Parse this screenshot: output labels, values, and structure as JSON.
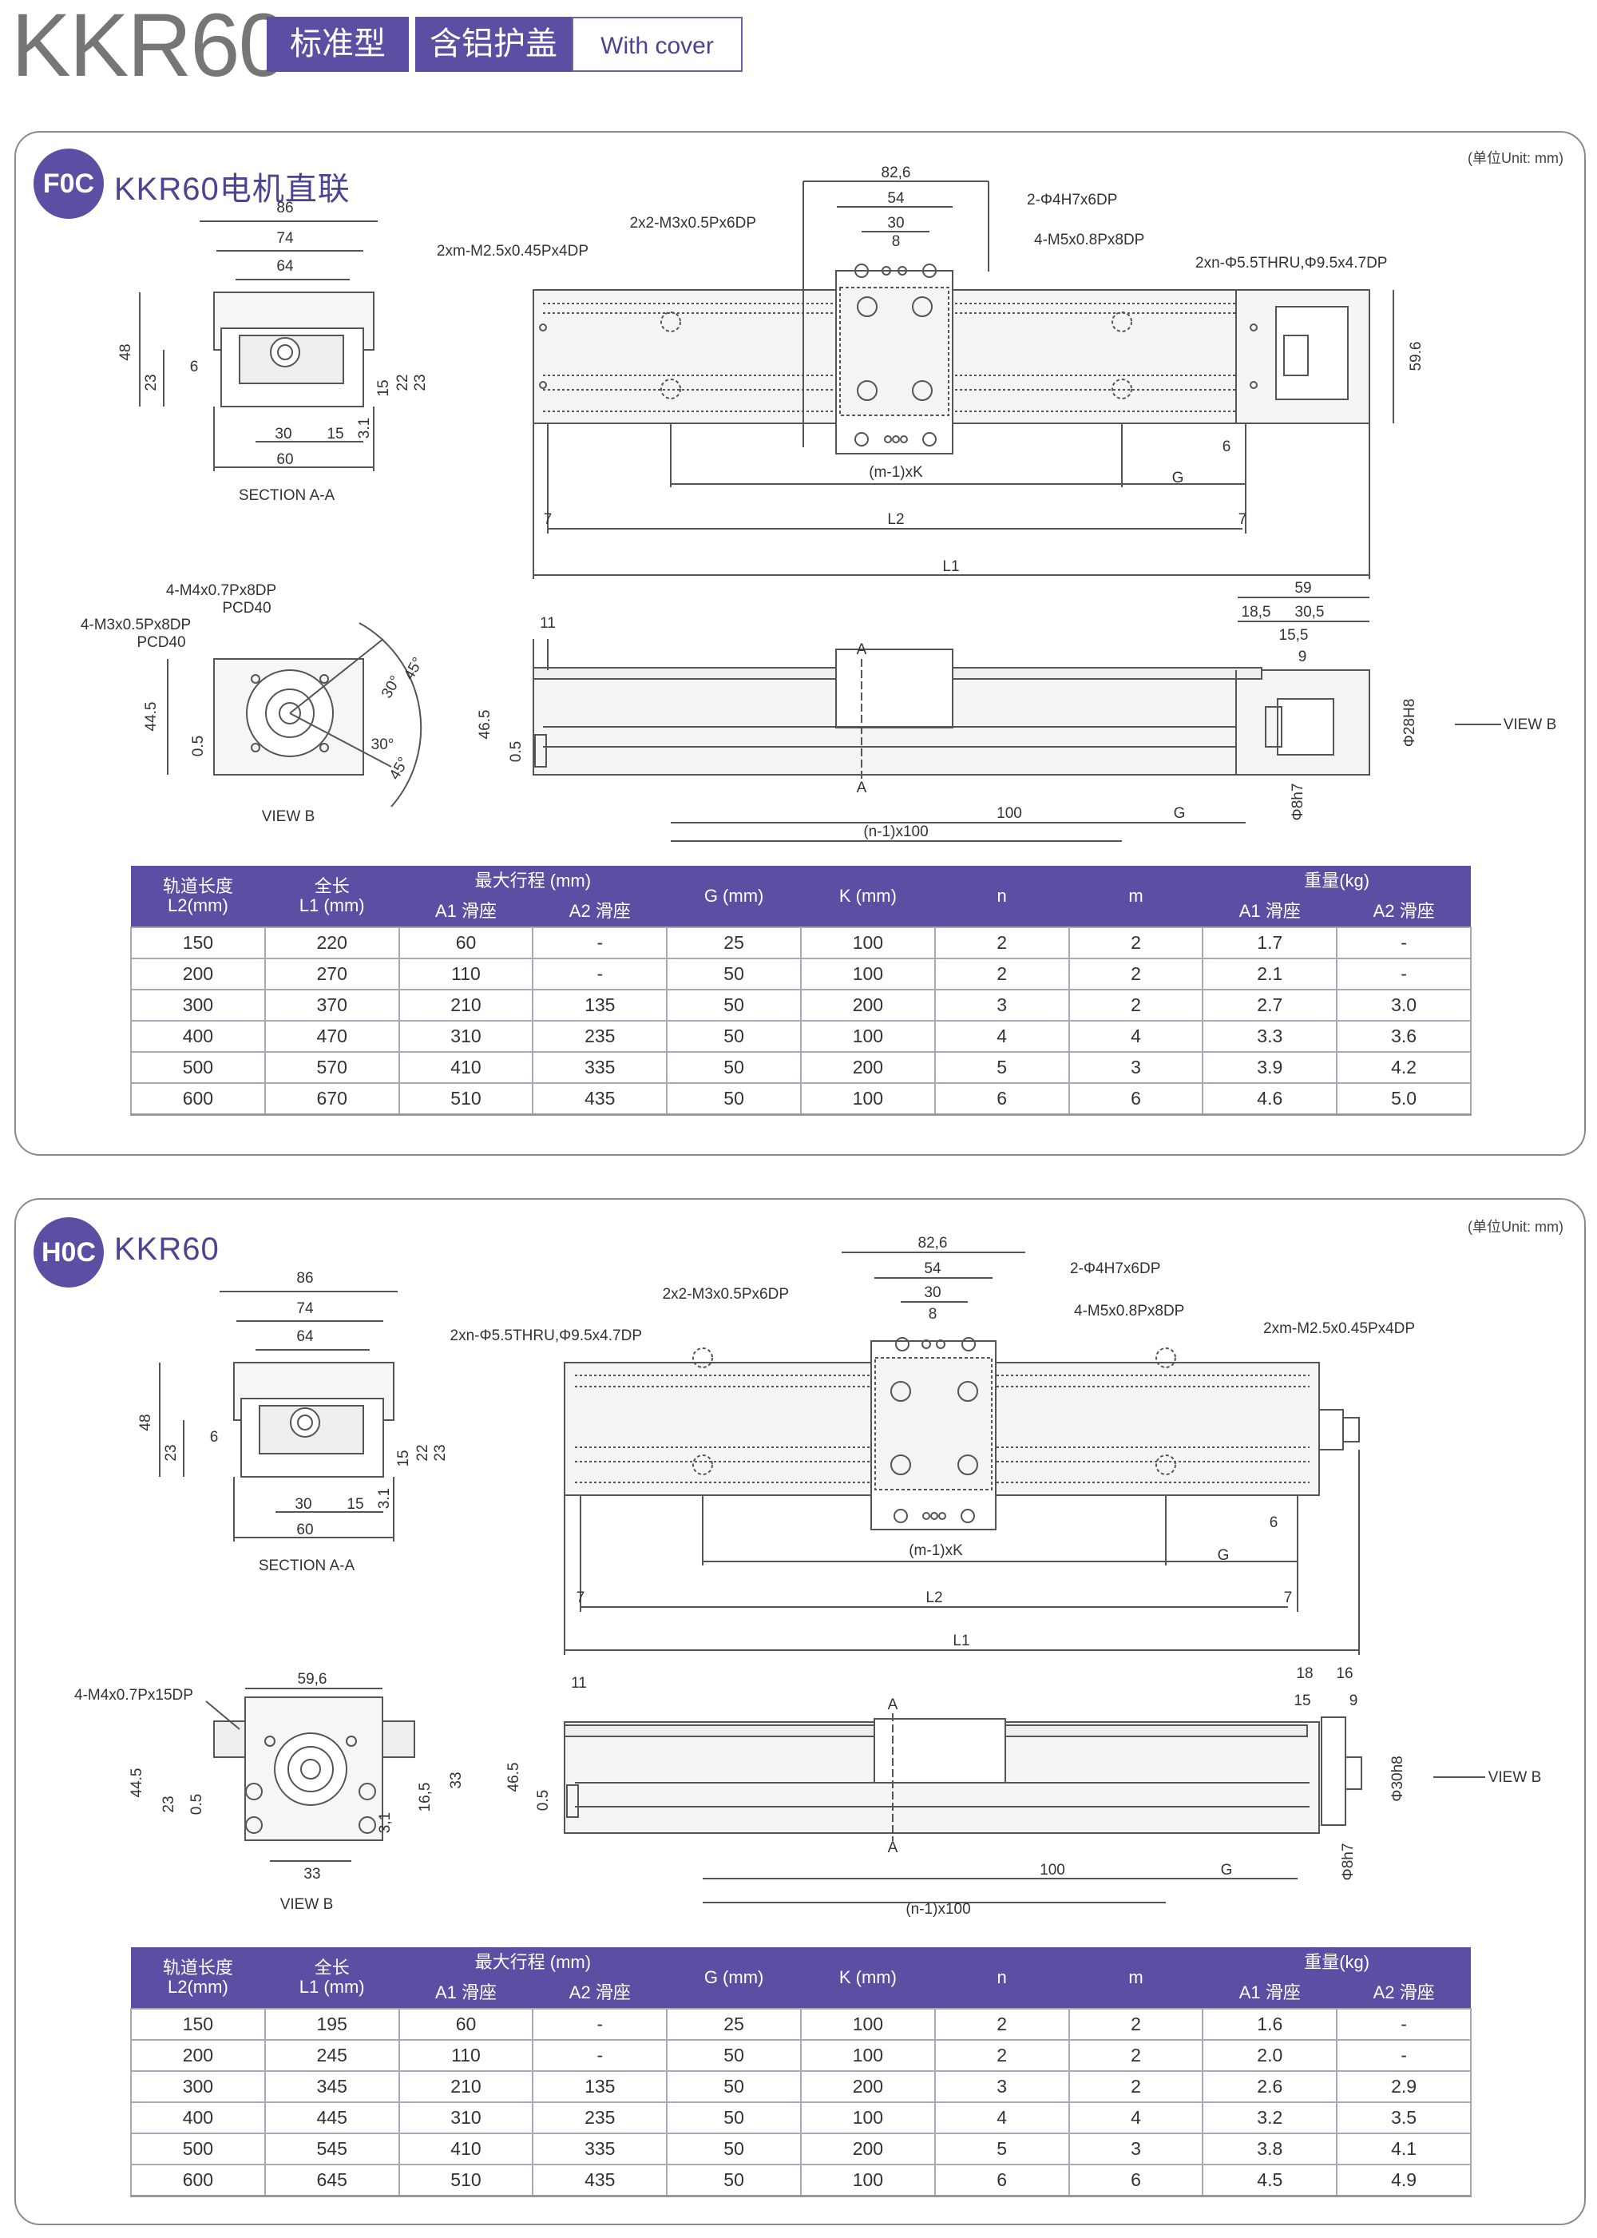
{
  "header": {
    "model": "KKR60",
    "tag1": "标准型",
    "tag2": "含铝护盖",
    "tag3": "With cover"
  },
  "colors": {
    "brand_purple": "#5a4fa2",
    "model_gray": "#767676"
  },
  "table_headers": {
    "l2": [
      "轨道长度",
      "L2(mm)"
    ],
    "l1": [
      "全长",
      "L1 (mm)"
    ],
    "stroke": "最大行程 (mm)",
    "g": "G (mm)",
    "k": "K (mm)",
    "n": "n",
    "m": "m",
    "weight": "重量(kg)",
    "a1": "A1 滑座",
    "a2": "A2 滑座"
  },
  "sections": [
    {
      "badge": "F0C",
      "title": "KKR60电机直联",
      "unit": "(单位Unit: mm)",
      "section_view": [
        "86",
        "74",
        "64",
        "48",
        "23",
        "6",
        "15",
        "22",
        "23",
        "30",
        "15",
        "3.1",
        "60",
        "SECTION A-A"
      ],
      "top_view": [
        "82,6",
        "54",
        "30",
        "8",
        "2x2-M3x0.5Px6DP",
        "2-Φ4H7x6DP",
        "4-M5x0.8Px8DP",
        "2xm-M2.5x0.45Px4DP",
        "2xn-Φ5.5THRU,Φ9.5x4.7DP",
        "59.6",
        "6",
        "(m-1)xK",
        "G",
        "7",
        "L2",
        "7",
        "L1"
      ],
      "view_b": [
        "4-M4x0.7Px8DP",
        "PCD40",
        "4-M3x0.5Px8DP",
        "PCD40",
        "45°",
        "30°",
        "30°",
        "45°",
        "44.5",
        "0.5",
        "VIEW B"
      ],
      "side_view": [
        "11",
        "46.5",
        "0.5",
        "A",
        "A",
        "100",
        "G",
        "(n-1)x100",
        "59",
        "18,5",
        "30,5",
        "15,5",
        "9",
        "Φ28H8",
        "Φ8h7",
        "VIEW B"
      ],
      "table": [
        [
          "150",
          "220",
          "60",
          "-",
          "25",
          "100",
          "2",
          "2",
          "1.7",
          "-"
        ],
        [
          "200",
          "270",
          "110",
          "-",
          "50",
          "100",
          "2",
          "2",
          "2.1",
          "-"
        ],
        [
          "300",
          "370",
          "210",
          "135",
          "50",
          "200",
          "3",
          "2",
          "2.7",
          "3.0"
        ],
        [
          "400",
          "470",
          "310",
          "235",
          "50",
          "100",
          "4",
          "4",
          "3.3",
          "3.6"
        ],
        [
          "500",
          "570",
          "410",
          "335",
          "50",
          "200",
          "5",
          "3",
          "3.9",
          "4.2"
        ],
        [
          "600",
          "670",
          "510",
          "435",
          "50",
          "100",
          "6",
          "6",
          "4.6",
          "5.0"
        ]
      ]
    },
    {
      "badge": "H0C",
      "title": "KKR60",
      "unit": "(单位Unit: mm)",
      "section_view": [
        "86",
        "74",
        "64",
        "48",
        "23",
        "6",
        "15",
        "22",
        "23",
        "30",
        "15",
        "3.1",
        "60",
        "SECTION A-A"
      ],
      "top_view": [
        "82,6",
        "54",
        "30",
        "8",
        "2x2-M3x0.5Px6DP",
        "2-Φ4H7x6DP",
        "4-M5x0.8Px8DP",
        "2xn-Φ5.5THRU,Φ9.5x4.7DP",
        "2xm-M2.5x0.45Px4DP",
        "6",
        "(m-1)xK",
        "G",
        "7",
        "L2",
        "7",
        "L1"
      ],
      "view_b": [
        "4-M4x0.7Px15DP",
        "59,6",
        "44.5",
        "23",
        "0.5",
        "33",
        "16,5",
        "3,1",
        "33",
        "VIEW B"
      ],
      "side_view": [
        "11",
        "46.5",
        "0.5",
        "A",
        "A",
        "100",
        "G",
        "(n-1)x100",
        "18",
        "16",
        "15",
        "9",
        "Φ30h8",
        "Φ8h7",
        "VIEW B"
      ],
      "table": [
        [
          "150",
          "195",
          "60",
          "-",
          "25",
          "100",
          "2",
          "2",
          "1.6",
          "-"
        ],
        [
          "200",
          "245",
          "110",
          "-",
          "50",
          "100",
          "2",
          "2",
          "2.0",
          "-"
        ],
        [
          "300",
          "345",
          "210",
          "135",
          "50",
          "200",
          "3",
          "2",
          "2.6",
          "2.9"
        ],
        [
          "400",
          "445",
          "310",
          "235",
          "50",
          "100",
          "4",
          "4",
          "3.2",
          "3.5"
        ],
        [
          "500",
          "545",
          "410",
          "335",
          "50",
          "200",
          "5",
          "3",
          "3.8",
          "4.1"
        ],
        [
          "600",
          "645",
          "510",
          "435",
          "50",
          "100",
          "6",
          "6",
          "4.5",
          "4.9"
        ]
      ]
    }
  ]
}
